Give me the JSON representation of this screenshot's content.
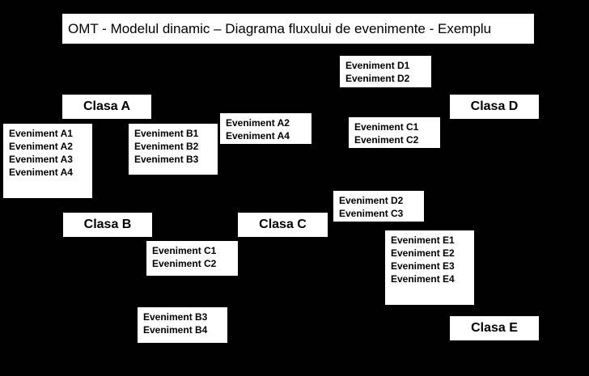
{
  "title": "OMT - Modelul dinamic – Diagrama fluxului de evenimente - Exemplu",
  "classes": {
    "a": "Clasa A",
    "b": "Clasa B",
    "c": "Clasa C",
    "d": "Clasa D",
    "e": "Clasa E"
  },
  "event_groups": {
    "a_self": [
      "Eveniment A1",
      "Eveniment A2",
      "Eveniment A3",
      "Eveniment A4"
    ],
    "b_to_a": [
      "Eveniment B1",
      "Eveniment B2",
      "Eveniment B3"
    ],
    "a_to_c": [
      "Eveniment A2",
      "Eveniment A4"
    ],
    "d_top": [
      "Eveniment D1",
      "Eveniment D2"
    ],
    "c_to_d": [
      "Eveniment C1",
      "Eveniment C2"
    ],
    "d_to_c": [
      "Eveniment D2",
      "Eveniment C3"
    ],
    "c_to_b": [
      "Eveniment C1",
      "Eveniment C2"
    ],
    "e_group": [
      "Eveniment E1",
      "Eveniment E2",
      "Eveniment E3",
      "Eveniment E4"
    ],
    "b_bottom": [
      "Eveniment B3",
      "Eveniment B4"
    ]
  },
  "colors": {
    "background": "#000000",
    "box": "#ffffff",
    "text": "#000000"
  }
}
